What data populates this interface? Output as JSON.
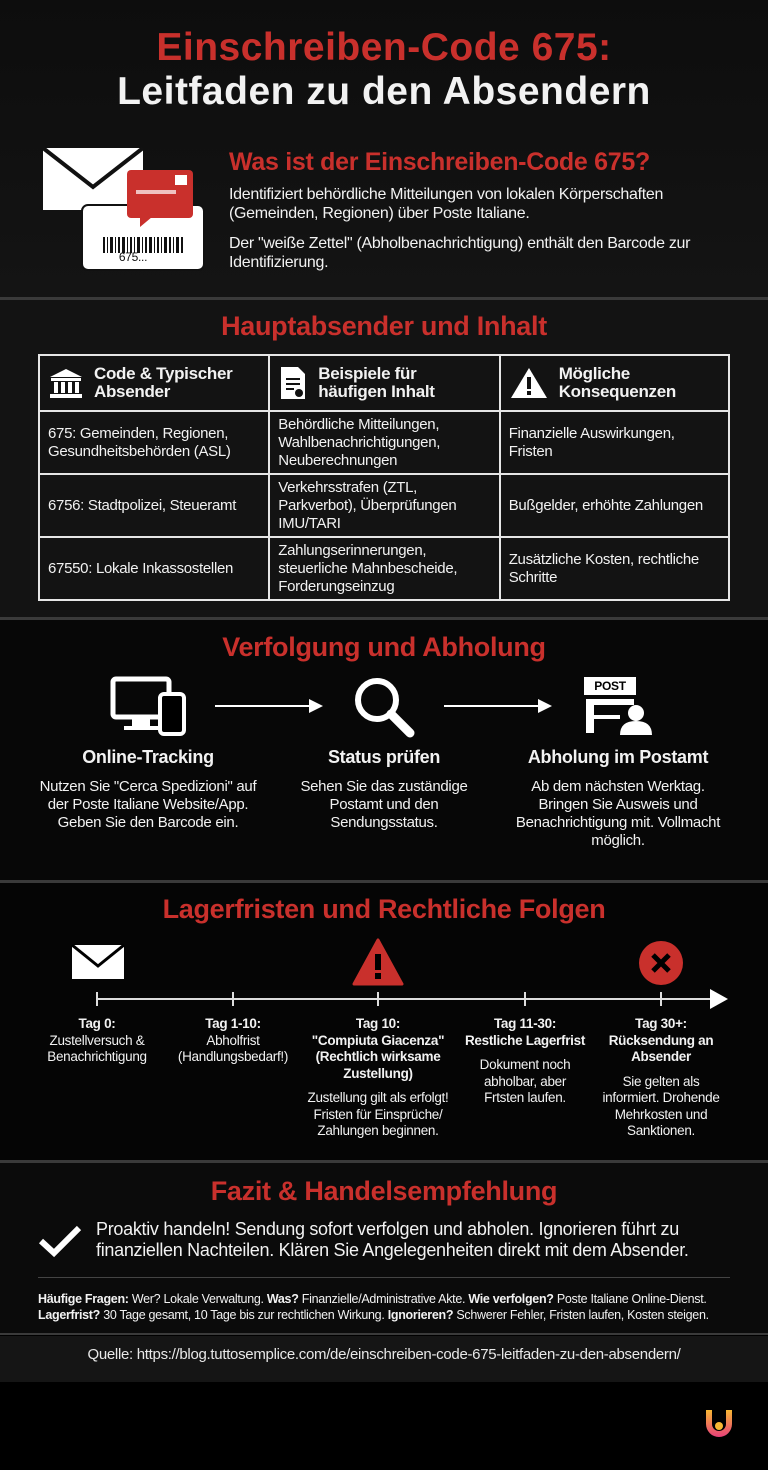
{
  "title": {
    "line1": "Einschreiben-Code 675:",
    "line2": "Leitfaden zu den Absendern"
  },
  "intro": {
    "heading": "Was ist der Einschreiben-Code 675?",
    "p1": "Identifiziert behördliche Mitteilungen von lokalen Körperschaften (Gemeinden, Regionen) über Poste Italiane.",
    "p2": "Der \"weiße Zettel\" (Abholbenachrichtigung) enthält den Barcode zur Identifizierung.",
    "barcode_label": "675..."
  },
  "senders": {
    "heading": "Hauptabsender und Inhalt",
    "columns": [
      {
        "label": "Code & Typischer Absender",
        "icon": "government-building-icon"
      },
      {
        "label": "Beispiele für häufigen Inhalt",
        "icon": "document-icon"
      },
      {
        "label": "Mögliche Konsequenzen",
        "icon": "warning-icon"
      }
    ],
    "rows": [
      [
        "675: Gemeinden, Regionen, Gesundheitsbehörden (ASL)",
        "Behördliche Mitteilungen, Wahlbenachrichtigungen, Neuberechnungen",
        "Finanzielle Auswirkungen, Fristen"
      ],
      [
        "6756: Stadtpolizei, Steueramt",
        "Verkehrsstrafen (ZTL, Parkverbot), Überprüfungen IMU/TARI",
        "Bußgelder, erhöhte Zahlungen"
      ],
      [
        "67550: Lokale Inkassostellen",
        "Zahlungserinnerungen, steuerliche Mahnbescheide, Forderungseinzug",
        "Zusätzliche Kosten, rechtliche Schritte"
      ]
    ]
  },
  "tracking": {
    "heading": "Verfolgung und Abholung",
    "steps": [
      {
        "title": "Online-Tracking",
        "text": "Nutzen Sie \"Cerca Spedizioni\" auf der Poste Italiane Website/App. Geben Sie den Barcode ein.",
        "icon": "devices-icon"
      },
      {
        "title": "Status prüfen",
        "text": "Sehen Sie das zuständige Postamt und den Sendungsstatus.",
        "icon": "magnifier-icon"
      },
      {
        "title": "Abholung im Postamt",
        "text": "Ab dem nächsten Werktag. Bringen Sie Ausweis und Benachrichtigung mit. Vollmacht möglich.",
        "icon": "post-office-icon",
        "sign": "POST"
      }
    ]
  },
  "timeline": {
    "heading": "Lagerfristen und Rechtliche Folgen",
    "items": [
      {
        "label": "Tag 0:",
        "text": "Zustellversuch & Benachrichtigung",
        "sub": ""
      },
      {
        "label": "Tag 1-10:",
        "text": "Abholfrist (Handlungsbedarf!)",
        "sub": ""
      },
      {
        "label": "Tag 10:",
        "text": "\"Compiuta Giacenza\" (Rechtlich wirksame Zustellung)",
        "sub": "Zustellung gilt als erfolgt! Fristen für Einsprüche/ Zahlungen beginnen."
      },
      {
        "label": "Tag 11-30:",
        "text": "Restliche Lagerfrist",
        "sub": "Dokument noch abholbar, aber Frtsten laufen."
      },
      {
        "label": "Tag 30+:",
        "text": "Rücksendung an Absender",
        "sub": "Sie gelten als informiert. Drohende Mehrkosten und Sanktionen."
      }
    ]
  },
  "conclusion": {
    "heading": "Fazit & Handelsempfehlung",
    "text": "Proaktiv handeln! Sendung sofort verfolgen und abholen. Ignorieren führt zu finanziellen Nachteilen. Klären Sie Angelegenheiten direkt mit dem Absender."
  },
  "faq": [
    {
      "q": "Häufige Fragen:",
      "a": "Wer? Lokale Verwaltung."
    },
    {
      "q": "Was?",
      "a": "Finanzielle/Administrative Akte."
    },
    {
      "q": "Wie verfolgen?",
      "a": "Poste Italiane Online-Dienst."
    },
    {
      "q": "Lagerfrist?",
      "a": "30 Tage gesamt, 10 Tage bis zur rechtlichen Wirkung."
    },
    {
      "q": "Ignorieren?",
      "a": "Schwerer Fehler, Fristen laufen, Kosten steigen."
    }
  ],
  "source": "Quelle: https://blog.tuttosemplice.com/de/einschreiben-code-675-leitfaden-zu-den-absendern/",
  "colors": {
    "accent": "#c9302c",
    "background": "#000000",
    "panel": "#141414"
  }
}
